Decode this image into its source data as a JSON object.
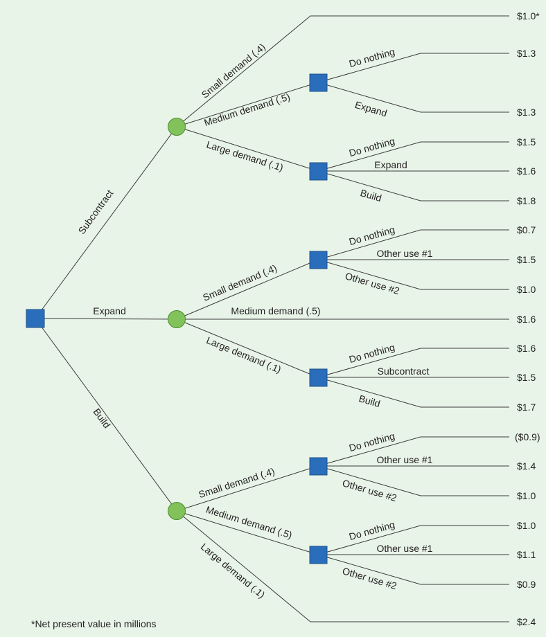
{
  "footnote": "*Net present value in millions",
  "colors": {
    "background": "#e8f4e8",
    "decision_node": "#2a6ebb",
    "chance_node": "#82c25b",
    "line": "#3a3a3a"
  },
  "node_shapes": {
    "decision": "square",
    "chance": "circle"
  },
  "tree": {
    "alternatives": [
      {
        "label": "Subcontract",
        "outcomes": [
          {
            "label": "Small demand (.4)",
            "payoff": "$1.0*"
          },
          {
            "label": "Medium demand (.5)",
            "options": [
              {
                "label": "Do nothing",
                "payoff": "$1.3"
              },
              {
                "label": "Expand",
                "payoff": "$1.3"
              }
            ]
          },
          {
            "label": "Large demand (.1)",
            "options": [
              {
                "label": "Do nothing",
                "payoff": "$1.5"
              },
              {
                "label": "Expand",
                "payoff": "$1.6"
              },
              {
                "label": "Build",
                "payoff": "$1.8"
              }
            ]
          }
        ]
      },
      {
        "label": "Expand",
        "outcomes": [
          {
            "label": "Small demand (.4)",
            "options": [
              {
                "label": "Do nothing",
                "payoff": "$0.7"
              },
              {
                "label": "Other use #1",
                "payoff": "$1.5"
              },
              {
                "label": "Other use #2",
                "payoff": "$1.0"
              }
            ]
          },
          {
            "label": "Medium demand (.5)",
            "payoff": "$1.6"
          },
          {
            "label": "Large demand (.1)",
            "options": [
              {
                "label": "Do nothing",
                "payoff": "$1.6"
              },
              {
                "label": "Subcontract",
                "payoff": "$1.5"
              },
              {
                "label": "Build",
                "payoff": "$1.7"
              }
            ]
          }
        ]
      },
      {
        "label": "Build",
        "outcomes": [
          {
            "label": "Small demand (.4)",
            "options": [
              {
                "label": "Do nothing",
                "payoff": "($0.9)"
              },
              {
                "label": "Other use #1",
                "payoff": "$1.4"
              },
              {
                "label": "Other use #2",
                "payoff": "$1.0"
              }
            ]
          },
          {
            "label": "Medium demand (.5)",
            "options": [
              {
                "label": "Do nothing",
                "payoff": "$1.0"
              },
              {
                "label": "Other use #1",
                "payoff": "$1.1"
              },
              {
                "label": "Other use #2",
                "payoff": "$0.9"
              }
            ]
          },
          {
            "label": "Large demand (.1)",
            "payoff": "$2.4"
          }
        ]
      }
    ]
  }
}
